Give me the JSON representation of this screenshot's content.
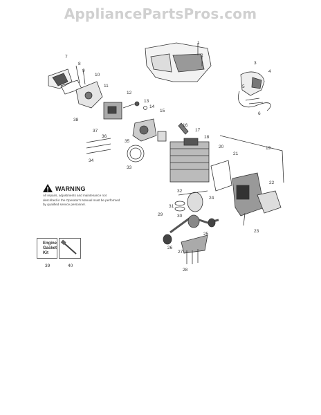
{
  "watermark": "AppliancePartsPros.com",
  "warning": {
    "title": "WARNING",
    "text": "All repairs, adjustments and maintenance not described in the Operator's Manual must be performed by qualified service personnel."
  },
  "gasket_kit": {
    "label_line1": "Engine",
    "label_line2": "Gasket",
    "label_line3": "Kit"
  },
  "callouts": {
    "c1": "1",
    "c2": "2",
    "c3": "3",
    "c4": "4",
    "c5": "5",
    "c6": "6",
    "c7": "7",
    "c8": "8",
    "c9": "9",
    "c10": "10",
    "c11": "11",
    "c12": "12",
    "c13": "13",
    "c14": "14",
    "c15": "15",
    "c16": "16",
    "c17": "17",
    "c18": "18",
    "c19": "19",
    "c20": "20",
    "c21": "21",
    "c22": "22",
    "c23": "23",
    "c24": "24",
    "c25": "25",
    "c26": "26",
    "c27": "27",
    "c28": "28",
    "c29": "29",
    "c30": "30",
    "c31": "31",
    "c32": "32",
    "c33": "33",
    "c34": "34",
    "c35": "35",
    "c36": "36",
    "c37": "37",
    "c38": "38",
    "c39": "39",
    "c40": "40"
  }
}
